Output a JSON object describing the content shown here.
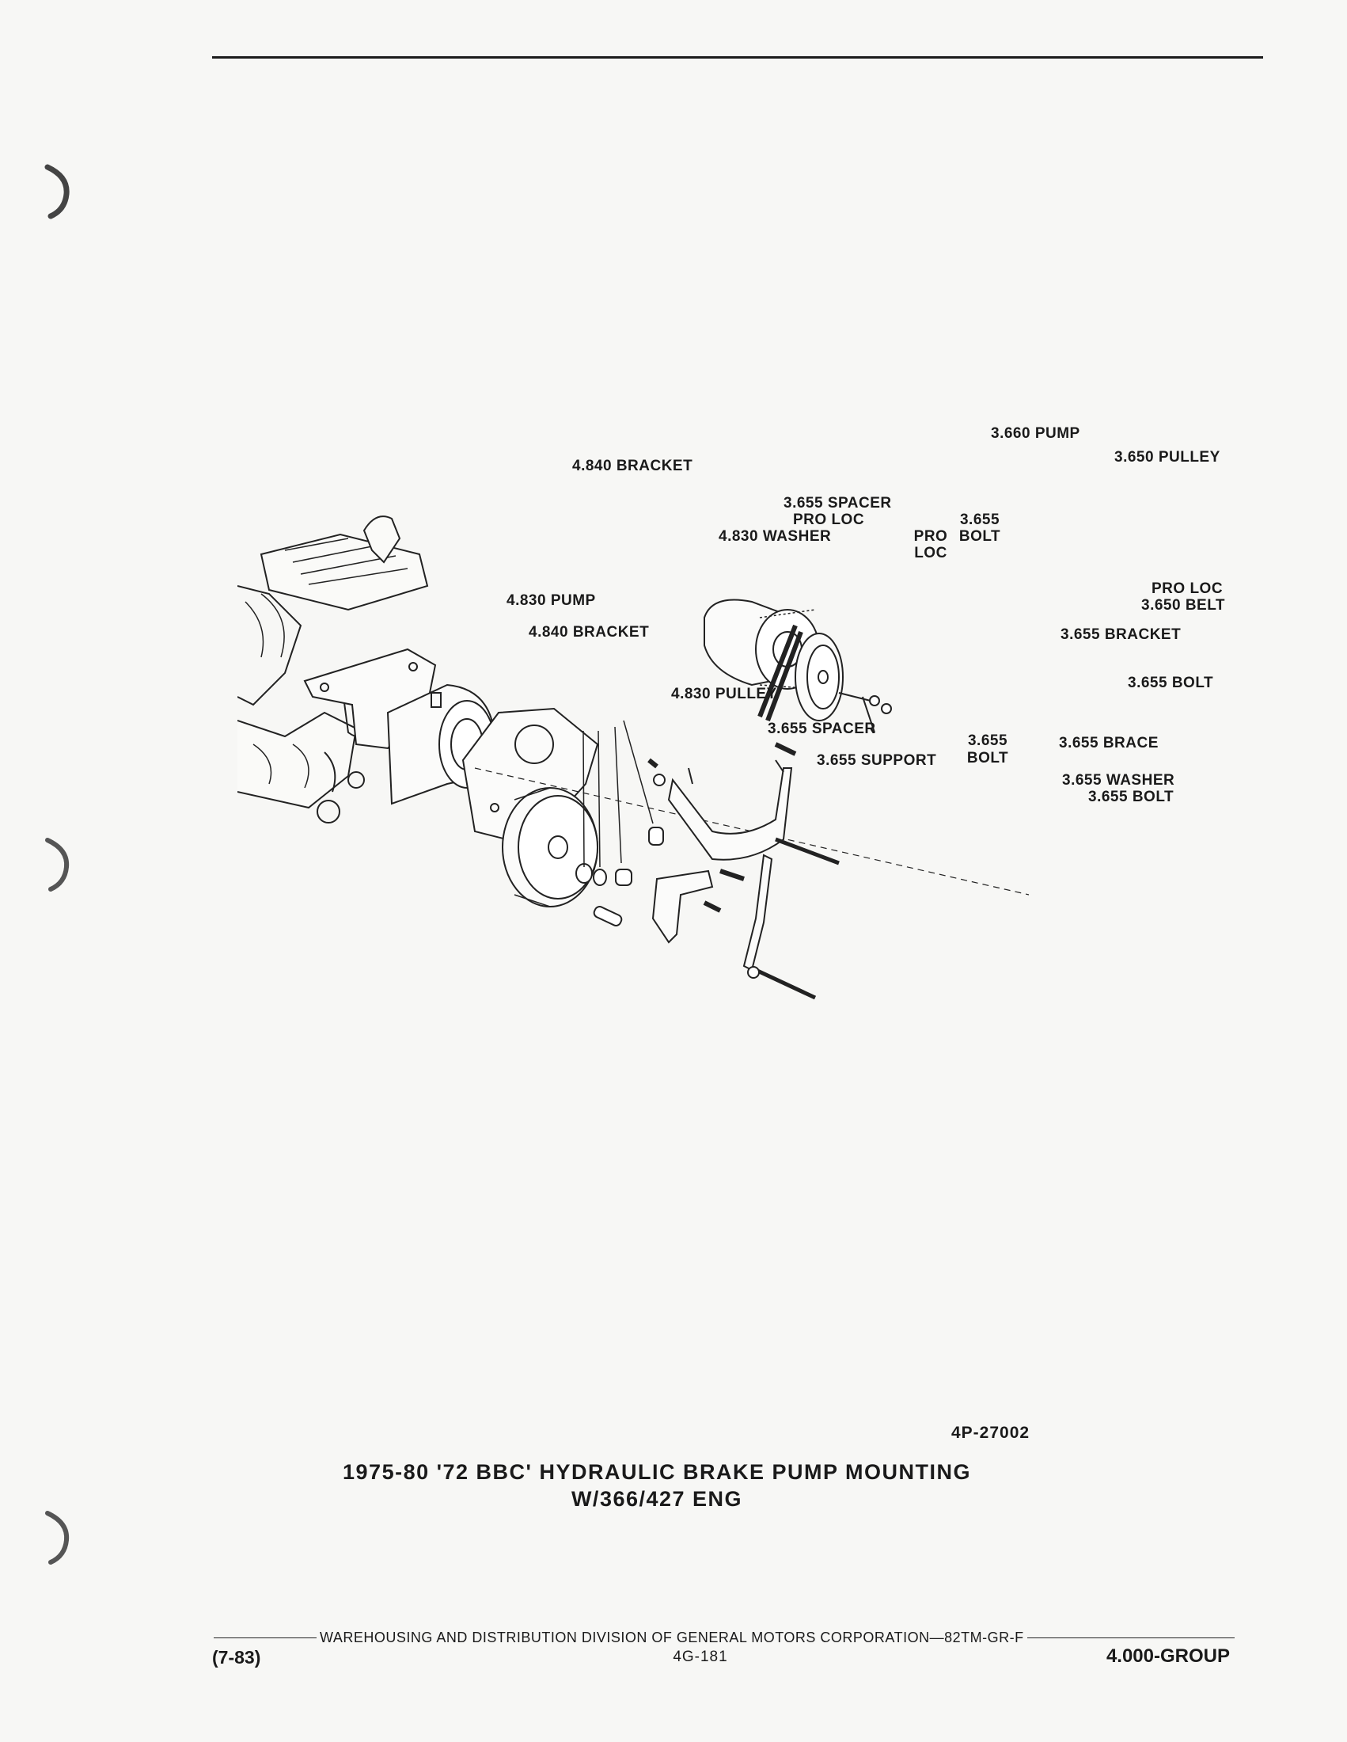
{
  "diagram": {
    "labels": {
      "bracket_4840_top": "4.840 BRACKET",
      "pump_3660": "3.660 PUMP",
      "pulley_3650": "3.650 PULLEY",
      "spacer_3655_top": "3.655 SPACER",
      "pro_loc_top": "PRO LOC",
      "washer_4830": "4.830 WASHER",
      "pro_loc_mid_1": "PRO",
      "pro_loc_mid_2": "LOC",
      "bolt_3655_top_1": "3.655",
      "bolt_3655_top_2": "BOLT",
      "pro_loc_right": "PRO LOC",
      "belt_3650": "3.650 BELT",
      "pump_4830": "4.830 PUMP",
      "bracket_4840_bottom": "4.840 BRACKET",
      "bracket_3655": "3.655 BRACKET",
      "bolt_3655_right": "3.655 BOLT",
      "pulley_4830": "4.830 PULLEY",
      "spacer_3655_bottom": "3.655 SPACER",
      "bolt_3655_mid_1": "3.655",
      "bolt_3655_mid_2": "BOLT",
      "brace_3655": "3.655 BRACE",
      "support_3655": "3.655 SUPPORT",
      "washer_3655": "3.655 WASHER",
      "bolt_3655_bottom": "3.655 BOLT"
    }
  },
  "figure_code": "4P-27002",
  "caption": {
    "line1": "1975-80 '72 BBC' HYDRAULIC BRAKE PUMP MOUNTING",
    "line2": "W/366/427 ENG"
  },
  "footer": {
    "division": "WAREHOUSING AND DISTRIBUTION  DIVISION OF GENERAL MOTORS CORPORATION—82TM-GR-F",
    "date": "(7-83)",
    "page": "4G-181",
    "group": "4.000-GROUP"
  }
}
